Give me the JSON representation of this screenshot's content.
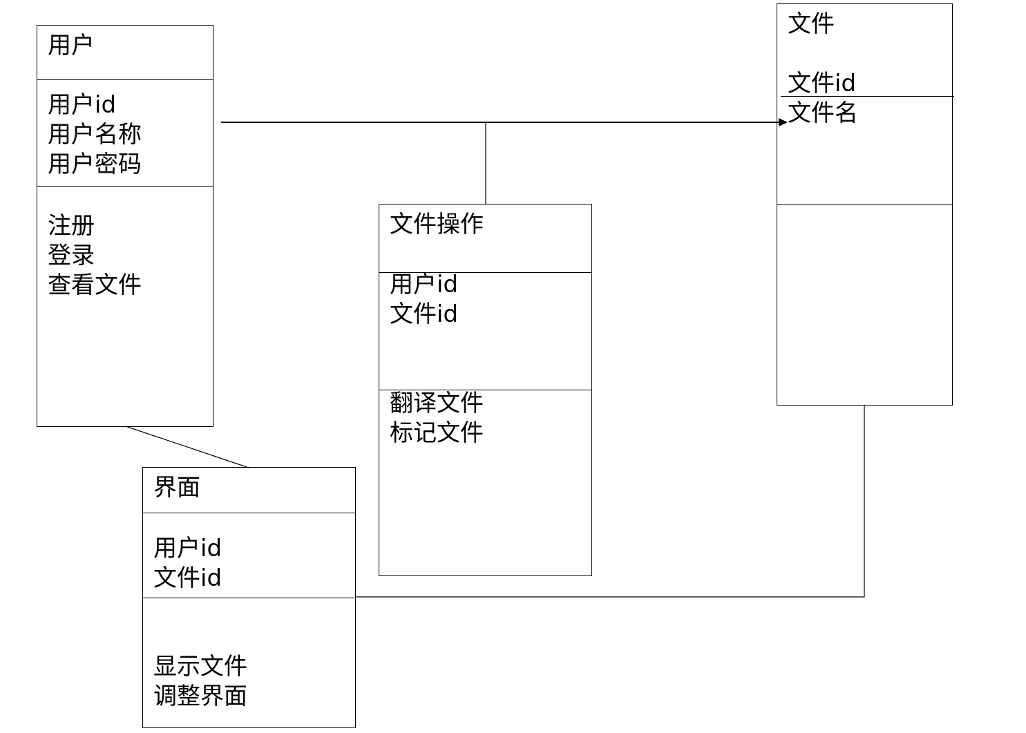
{
  "classes": {
    "user": {
      "name": "用户",
      "attributes": [
        "用户id",
        "用户名称",
        "用户密码"
      ],
      "methods": [
        "注册",
        "登录",
        "查看文件"
      ]
    },
    "file": {
      "name": "文件",
      "attributes": [
        "文件id",
        "文件名"
      ],
      "methods": []
    },
    "file_op": {
      "name": "文件操作",
      "attributes": [
        "用户id",
        "文件id"
      ],
      "methods": [
        "翻译文件",
        "标记文件"
      ]
    },
    "ui": {
      "name": "界面",
      "attributes": [
        "用户id",
        "文件id"
      ],
      "methods": [
        "显示文件",
        "调整界面"
      ]
    }
  }
}
